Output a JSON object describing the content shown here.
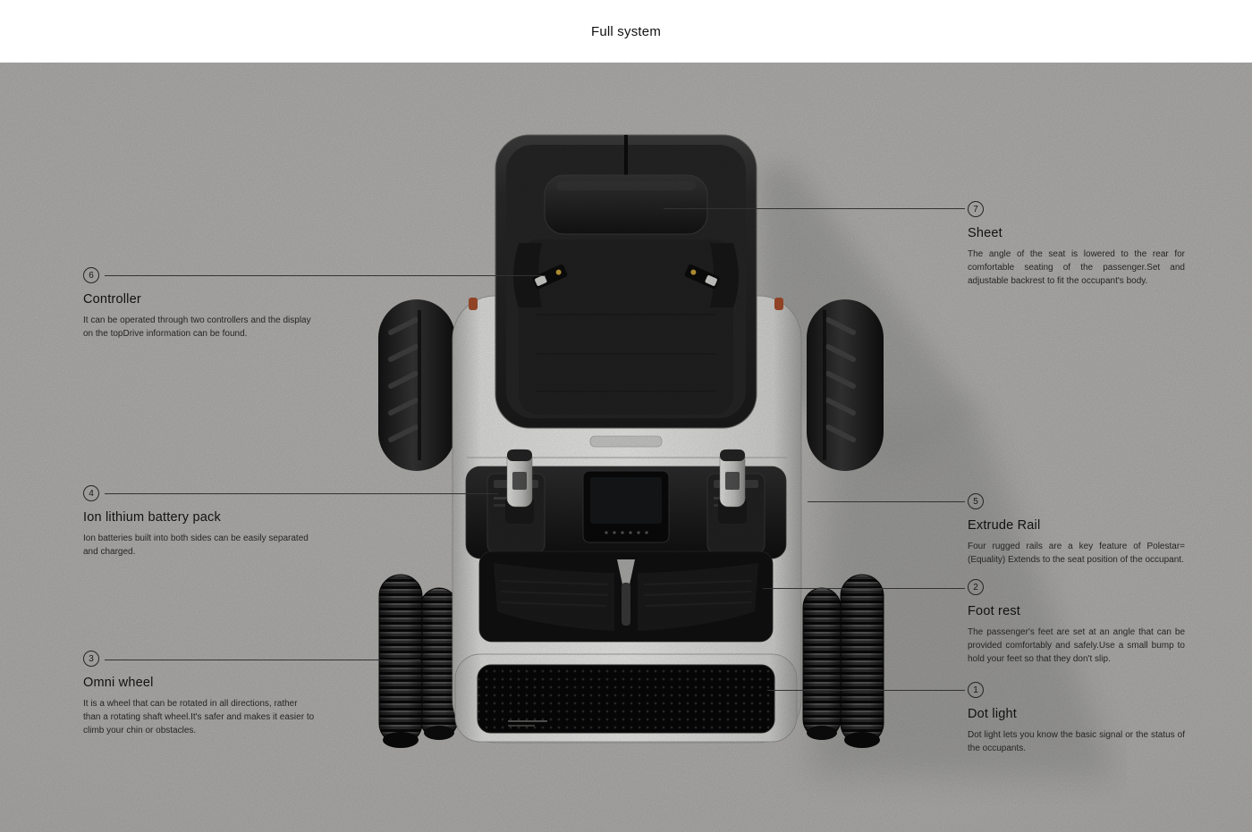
{
  "header": {
    "title": "Full system"
  },
  "callouts": [
    {
      "number": "6",
      "title": "Controller",
      "desc": "It can be operated through two controllers and the display on the topDrive information can be found."
    },
    {
      "number": "4",
      "title": "Ion lithium battery pack",
      "desc": "Ion batteries built into both sides can be easily separated and charged."
    },
    {
      "number": "3",
      "title": "Omni wheel",
      "desc": "It is a wheel that can be rotated in all directions, rather than a rotating shaft wheel.It's safer and makes it easier to climb your chin or obstacles."
    },
    {
      "number": "7",
      "title": "Sheet",
      "desc": "The angle of the seat is lowered to the rear for comfortable seating of the passenger.Set and adjustable backrest to fit the occupant's body."
    },
    {
      "number": "5",
      "title": "Extrude Rail",
      "desc": "Four rugged rails are a key feature of Polestar= (Equality) Extends to the seat position of the occupant."
    },
    {
      "number": "2",
      "title": "Foot rest",
      "desc": "The passenger's feet are set at an angle that can be provided comfortably and safely.Use a small bump to hold your feet so that they don't slip."
    },
    {
      "number": "1",
      "title": "Dot light",
      "desc": "Dot light lets you know the basic signal or the status of the occupants."
    }
  ],
  "colors": {
    "background": "#b7b6b4",
    "header": "#ffffff",
    "leader_line": "#3b3b3b",
    "text": "#1c1c1c",
    "accent_marker": "#a8502c",
    "buckle_accent": "#c9a23a"
  }
}
